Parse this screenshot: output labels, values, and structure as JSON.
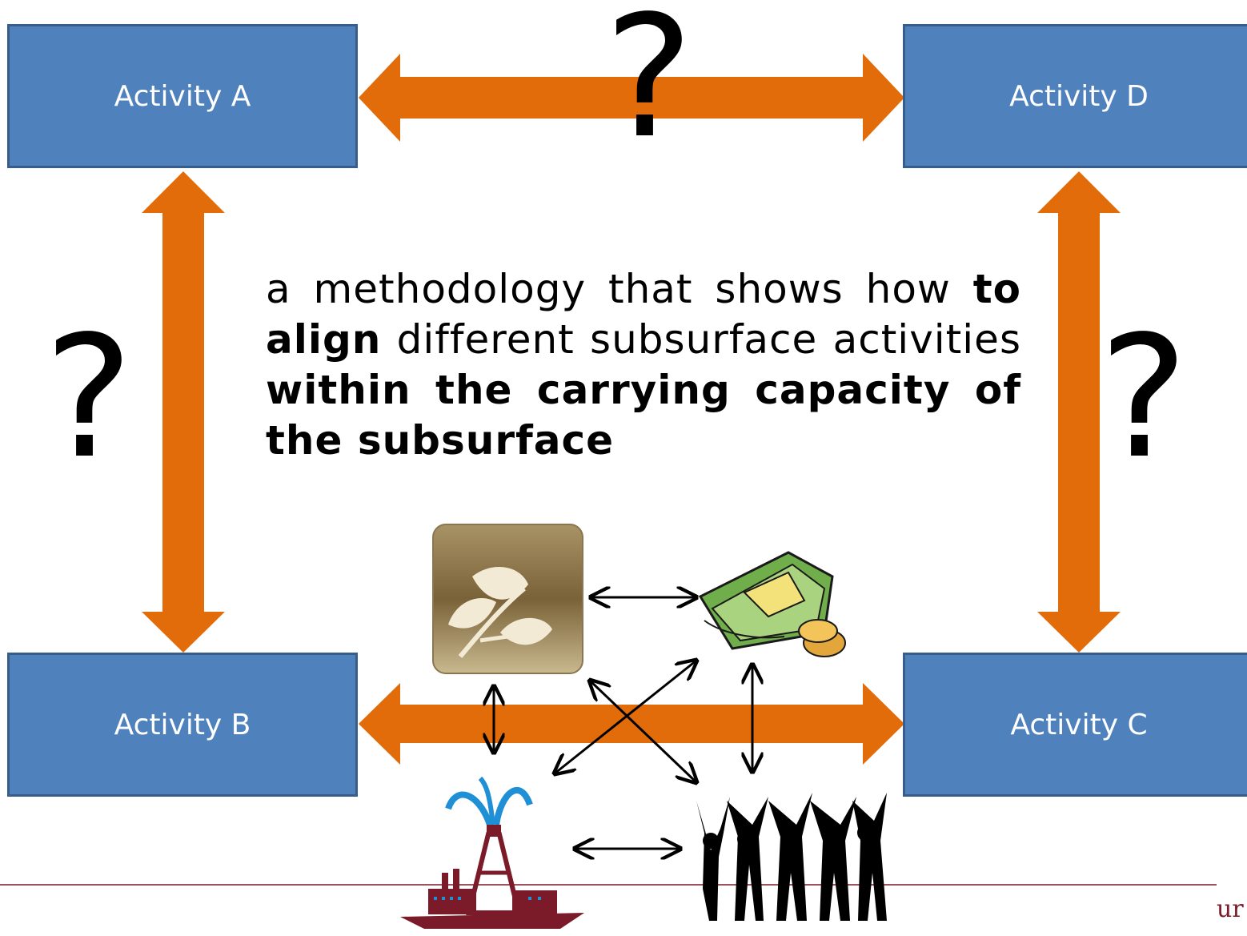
{
  "activities": {
    "a": "Activity A",
    "b": "Activity B",
    "c": "Activity C",
    "d": "Activity D"
  },
  "question_mark": "?",
  "central_text": {
    "p1": "a methodology that shows how ",
    "b1": "to align",
    "p2": " different subsurface activities ",
    "b2": "within the carrying capacity of the subsurface"
  },
  "footer_logo_fragment": "ur",
  "colors": {
    "box_fill": "#4f81bd",
    "box_border": "#385d8a",
    "arrow_orange": "#e36c0a",
    "footer_line": "#7b1b2a"
  },
  "icons": [
    "leaf-tile-icon",
    "money-stack-icon",
    "oil-derrick-icon",
    "people-crowd-icon"
  ]
}
